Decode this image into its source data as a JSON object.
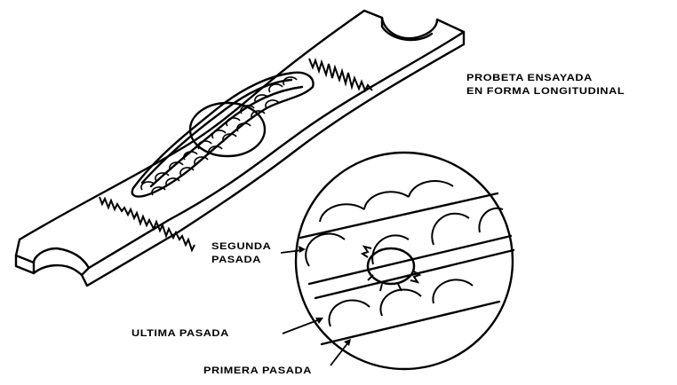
{
  "labels": {
    "specimen_line1": "PROBETA ENSAYADA",
    "specimen_line2": "EN FORMA LONGITUDINAL",
    "second_pass_line1": "SEGUNDA",
    "second_pass_line2": "PASADA",
    "last_pass": "ULTIMA PASADA",
    "first_pass": "PRIMERA PASADA"
  },
  "colors": {
    "ink": "#000000",
    "background": "#ffffff"
  }
}
